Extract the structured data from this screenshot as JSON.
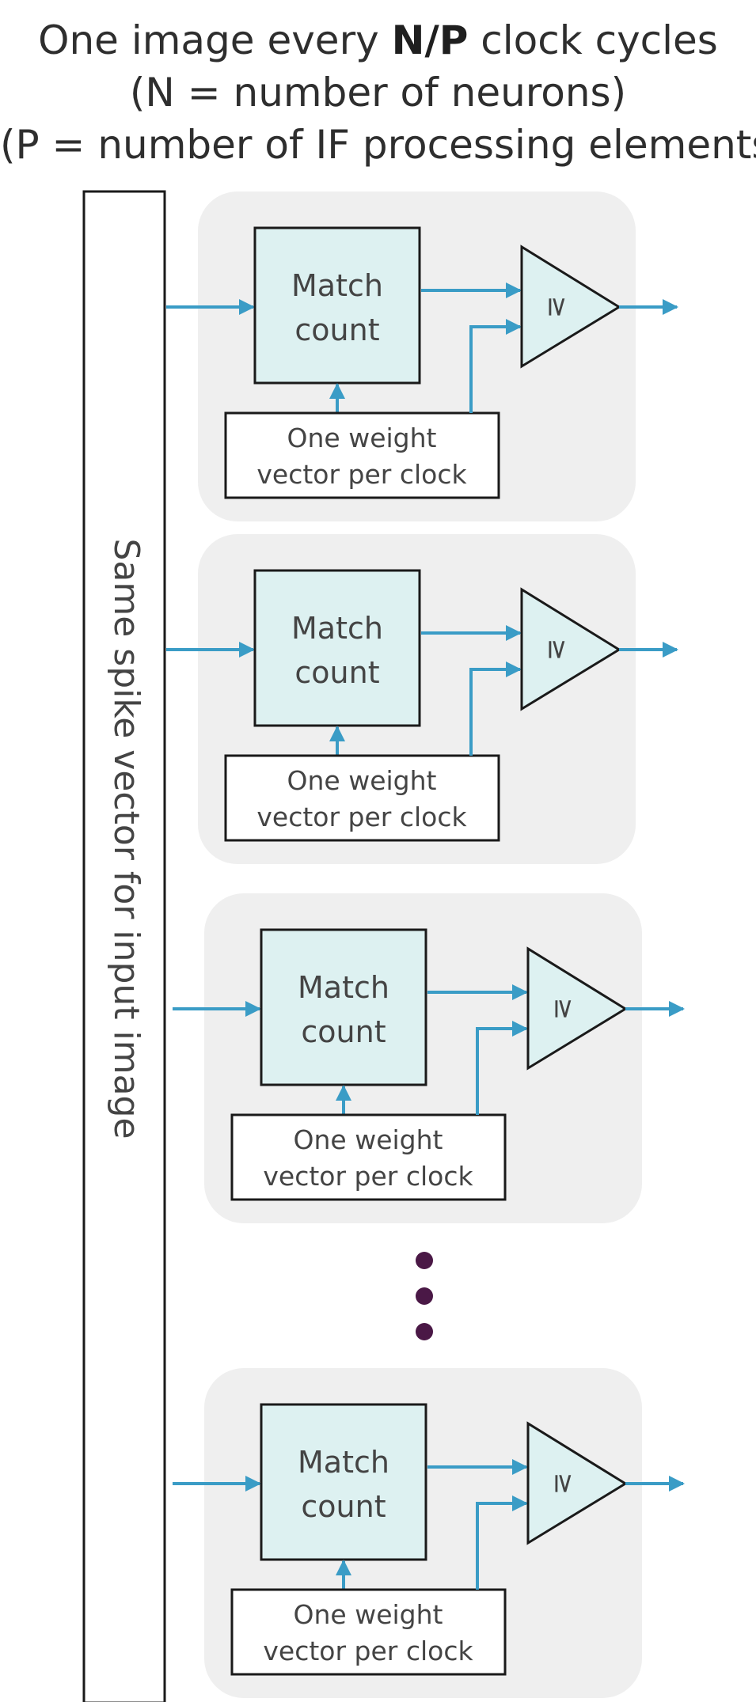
{
  "header": {
    "line1_before": "One image every ",
    "line1_bold": "N/P",
    "line1_after": " clock cycles",
    "line2": "(N = number of neurons)",
    "line3": "(P = number of IF processing elements)"
  },
  "input_bar_label": "Same spike vector for input image",
  "processing_elements": [
    {
      "match_line1": "Match",
      "match_line2": "count",
      "weight_line1": "One weight",
      "weight_line2": "vector per clock",
      "comparator_symbol": "≥"
    },
    {
      "match_line1": "Match",
      "match_line2": "count",
      "weight_line1": "One weight",
      "weight_line2": "vector per clock",
      "comparator_symbol": "≥"
    },
    {
      "match_line1": "Match",
      "match_line2": "count",
      "weight_line1": "One weight",
      "weight_line2": "vector per clock",
      "comparator_symbol": "≥"
    },
    {
      "match_line1": "Match",
      "match_line2": "count",
      "weight_line1": "One weight",
      "weight_line2": "vector per clock",
      "comparator_symbol": "≥"
    }
  ],
  "ellipsis_dots": 3,
  "colors": {
    "arrow": "#3a9cc6",
    "block_fill": "#ddf1f1",
    "panel_fill": "#efefef",
    "dot": "#4a1846",
    "stroke": "#1a1a1a"
  }
}
